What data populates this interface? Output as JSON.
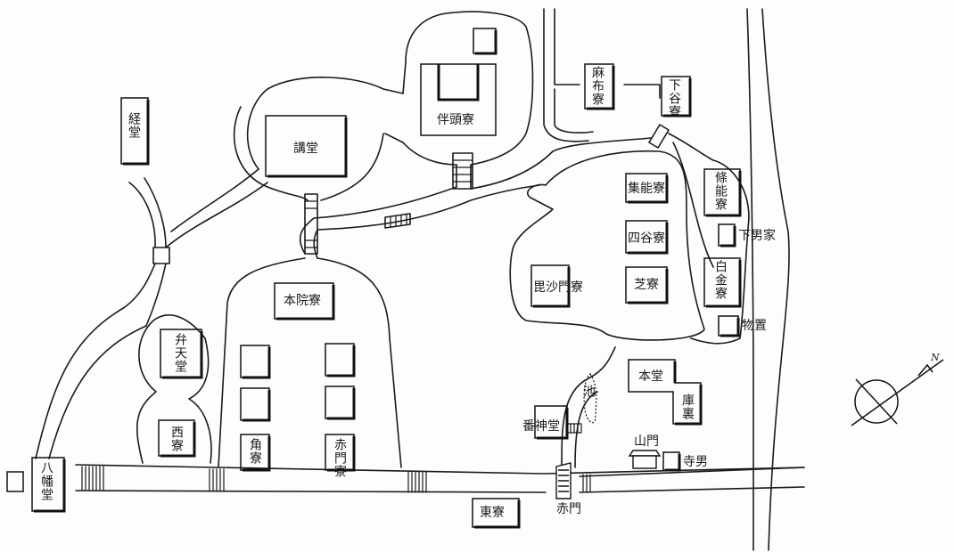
{
  "map": {
    "buildings": {
      "kyodo": "経堂",
      "kodo": "講堂",
      "bandoryo": "伴頭寮",
      "azaburyo": "麻布寮",
      "shitayaryo": "下谷寮",
      "shunoryo": "集能寮",
      "jonoryo": "條能寮",
      "shimootokoie": "下男家",
      "yotsuyaryo": "四谷寮",
      "hakkinryo": "白金寮",
      "bishamonryo": "毘沙門寮",
      "shibaryo": "芝寮",
      "monooki": "物置",
      "honinryo": "本院寮",
      "bentendo": "弁天堂",
      "nishiryo": "西寮",
      "kadoryo": "角寮",
      "akamonryo": "赤門寮",
      "hondo": "本堂",
      "kuri": "庫裏",
      "banjindo": "番神堂",
      "ike": "池",
      "sanmon": "山門",
      "teraotoko": "寺男",
      "hachimando": "八幡堂",
      "higashiryo": "東寮",
      "akamon": "赤門"
    },
    "compass": {
      "north_label": "N"
    }
  }
}
